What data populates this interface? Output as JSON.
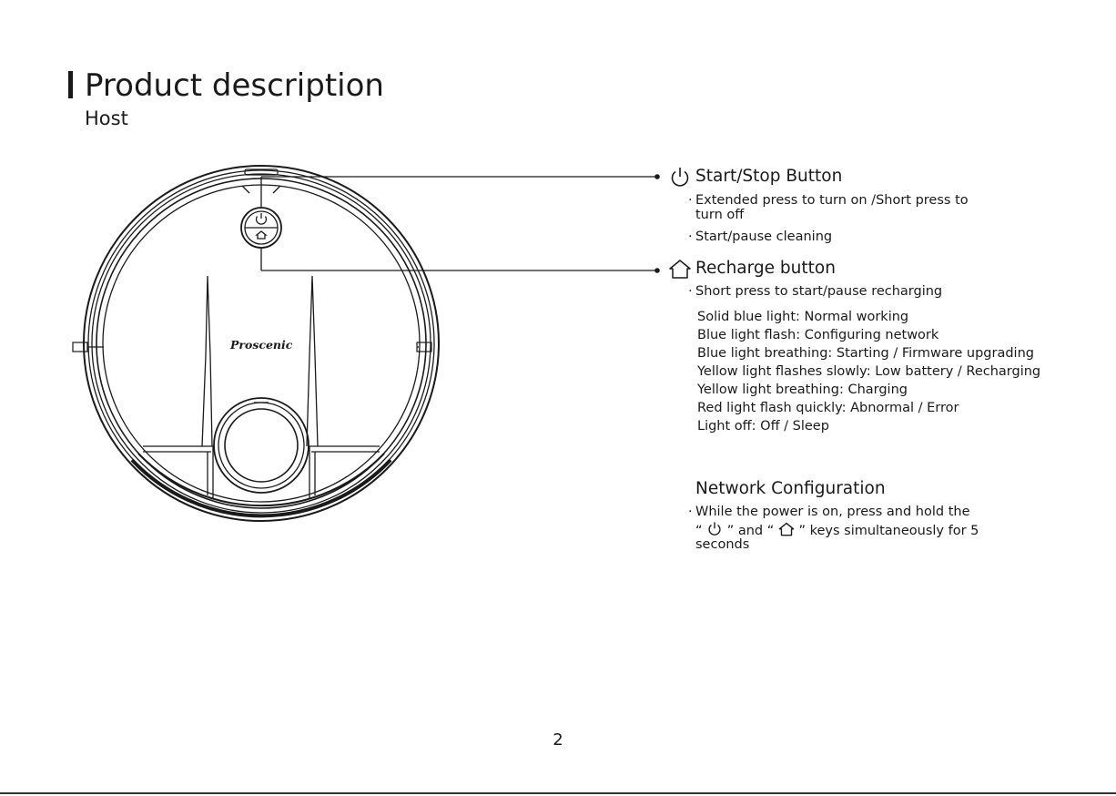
{
  "page": {
    "title": "Product description",
    "subtitle": "Host",
    "page_number": "2"
  },
  "device": {
    "brand_logo": "Proscenic",
    "style": "line-drawing, black on white"
  },
  "start_stop": {
    "icon": "power-icon",
    "heading": "Start/Stop Button",
    "bullet1_line1": "Extended press to turn on /Short press to",
    "bullet1_line2": "turn off",
    "bullet2": "Start/pause cleaning"
  },
  "recharge": {
    "icon": "home-icon",
    "heading": "Recharge button",
    "bullet1": "Short press to start/pause recharging"
  },
  "light_status": [
    "Solid blue light: Normal working",
    "Blue light flash: Configuring network",
    "Blue light breathing: Starting / Firmware upgrading",
    "Yellow light flashes slowly: Low battery / Recharging",
    "Yellow light breathing: Charging",
    "Red light flash quickly: Abnormal / Error",
    "Light off: Off / Sleep"
  ],
  "network": {
    "heading": "Network Configuration",
    "line1": "While the power is on, press and hold the",
    "line2_open1": "“",
    "line2_close1": "” and “",
    "line2_close2": "” keys simultaneously for 5",
    "line3": "seconds"
  },
  "bullet_mark": "·"
}
